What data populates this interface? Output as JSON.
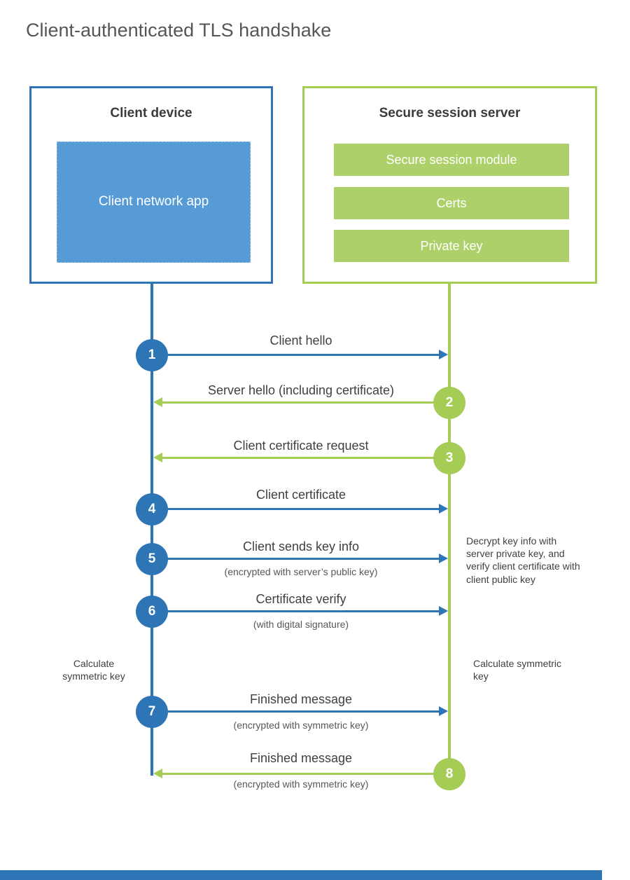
{
  "title": "Client-authenticated TLS handshake",
  "client_box": {
    "title": "Client device",
    "app": "Client network app"
  },
  "server_box": {
    "title": "Secure session server",
    "items": [
      "Secure session module",
      "Certs",
      "Private key"
    ]
  },
  "steps": [
    {
      "num": "1",
      "label": "Client hello",
      "sub": ""
    },
    {
      "num": "2",
      "label": "Server hello (including certificate)",
      "sub": ""
    },
    {
      "num": "3",
      "label": "Client certificate request",
      "sub": ""
    },
    {
      "num": "4",
      "label": "Client certificate",
      "sub": ""
    },
    {
      "num": "5",
      "label": "Client sends key info",
      "sub": "(encrypted with server’s public key)"
    },
    {
      "num": "6",
      "label": "Certificate verify",
      "sub": "(with digital signature)"
    },
    {
      "num": "7",
      "label": "Finished message",
      "sub": "(encrypted with symmetric key)"
    },
    {
      "num": "8",
      "label": "Finished message",
      "sub": "(encrypted with symmetric key)"
    }
  ],
  "notes": {
    "decrypt": "Decrypt key info with server private key, and verify client certificate with client public key",
    "calc_client": "Calculate symmetric key",
    "calc_server": "Calculate symmetric key"
  },
  "colors": {
    "blue": "#2e75b6",
    "light_blue": "#579bd6",
    "green": "#a5cc55",
    "green_fill": "#aed06a"
  }
}
